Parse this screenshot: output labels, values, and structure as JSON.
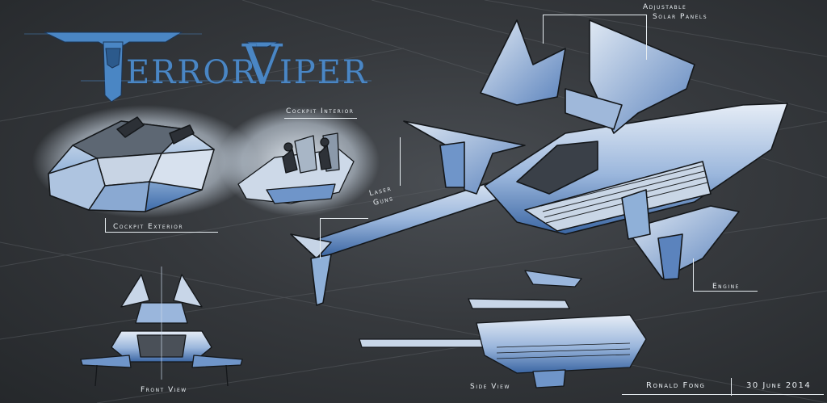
{
  "title": {
    "letter_t": "T",
    "word_1_rest": "ERROR",
    "letter_v": "V",
    "word_2_rest": "IPER"
  },
  "labels": {
    "cockpit_interior": "Cockpit Interior",
    "cockpit_exterior": "Cockpit Exterior",
    "laser_guns_line1": "Laser",
    "laser_guns_line2": "Guns",
    "adjustable_solar_panels_line1": "Adjustable",
    "adjustable_solar_panels_line2": "Solar Panels",
    "engine": "Engine",
    "front_view": "Front View",
    "side_view": "Side View"
  },
  "signature": {
    "artist": "Ronald Fong",
    "date": "30 June 2014"
  },
  "colors": {
    "background": "#36393d",
    "title_blue": "#4a86c4",
    "hull_blue": "#6f95c9",
    "hull_light": "#c9d6e6",
    "ink": "#14171a",
    "label_white": "#e9eef2"
  }
}
